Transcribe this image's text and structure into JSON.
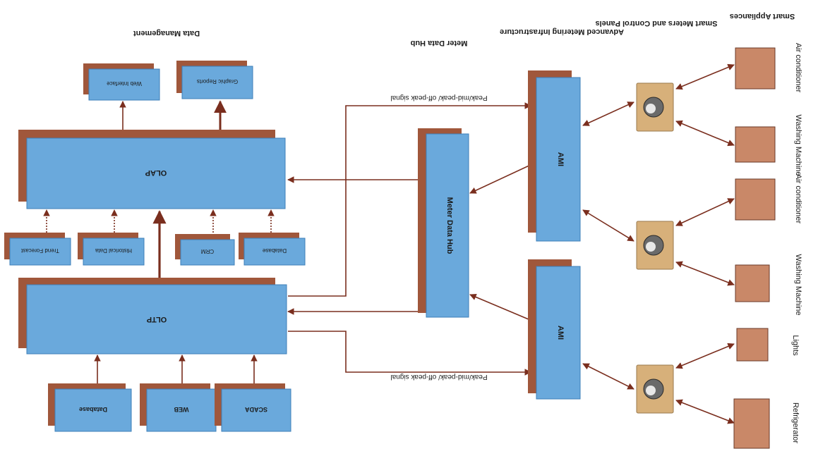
{
  "colors": {
    "box_fill": "#6aa9dc",
    "box_stroke": "#3d7fb8",
    "shadow_fill": "#a0573b",
    "arrow": "#7a2e1e",
    "appliance_fill": "#c98868",
    "meter_panel": "#d7b07a",
    "text": "#1a1a1a"
  },
  "headings": {
    "smart_appliances": "Smart Appliances",
    "smart_meters": "Smart Meters and Control Panels",
    "ami_infra": "Advanced Metering Infrastructure",
    "meter_data_hub": "Meter Data Hub",
    "data_management": "Data Management"
  },
  "appliances": [
    {
      "label": "Air conditioner",
      "icon": "air-conditioner-icon"
    },
    {
      "label": "Washing Machine",
      "icon": "washing-machine-icon"
    },
    {
      "label": "Air conditioner",
      "icon": "air-conditioner-icon"
    },
    {
      "label": "Washing Machine",
      "icon": "washing-machine-icon"
    },
    {
      "label": "Lights",
      "icon": "lights-icon"
    },
    {
      "label": "Refrigerator",
      "icon": "refrigerator-icon"
    }
  ],
  "meters": [
    {
      "icon": "smart-meter-icon"
    },
    {
      "icon": "smart-meter-icon"
    },
    {
      "icon": "smart-meter-icon"
    }
  ],
  "ami": [
    "AMI",
    "AMI"
  ],
  "hub_label": "Meter Data Hub",
  "olap_label": "OLAP",
  "oltp_label": "OLTP",
  "olap_inputs": [
    "Trend Forecast",
    "Historical Data",
    "CRM",
    "Database"
  ],
  "olap_outputs": [
    "Web Interface",
    "Graphic Reports"
  ],
  "oltp_sources": [
    "Database",
    "WEB",
    "SCADA"
  ],
  "signals": {
    "top": "Peak/mid-peak/ off-peak signal",
    "bottom": "Peak/mid-peak/ off-peak signal"
  }
}
